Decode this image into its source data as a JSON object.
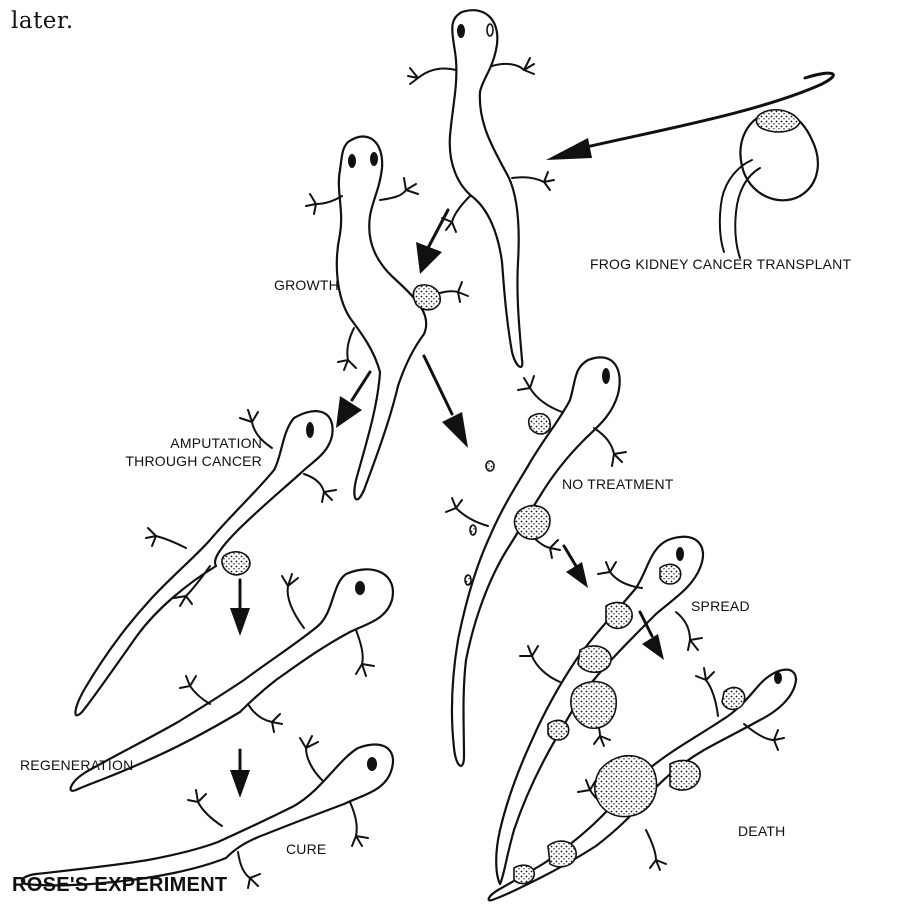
{
  "text": {
    "lead_line": "later."
  },
  "labels": {
    "transplant": "FROG KIDNEY CANCER TRANSPLANT",
    "growth": "GROWTH",
    "amputation_line1": "AMPUTATION",
    "amputation_line2": "THROUGH CANCER",
    "no_treatment": "NO TREATMENT",
    "spread": "SPREAD",
    "regeneration": "REGENERATION",
    "death": "DEATH",
    "cure": "CURE"
  },
  "caption": "ROSE'S EXPERIMENT",
  "colors": {
    "ink": "#111111",
    "paper": "#ffffff"
  }
}
